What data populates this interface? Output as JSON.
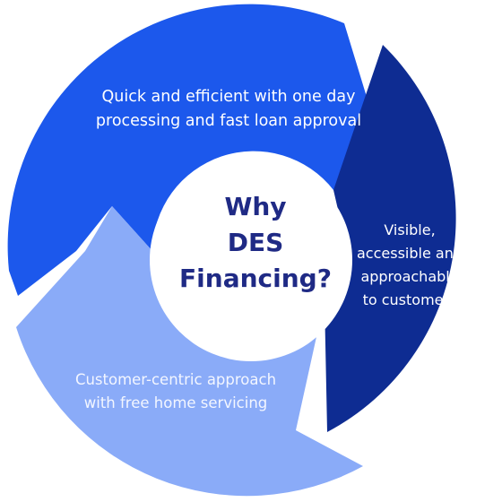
{
  "colors": {
    "top_segment": "#1c58ec",
    "right_segment": "#0e2c92",
    "bottom_segment": "#8aabf8",
    "center_text": "#1f2a85",
    "segment_text": "#ffffff"
  },
  "center": {
    "title_lines": [
      "Why",
      "DES",
      "Financing?"
    ]
  },
  "segments": {
    "top": {
      "lines": [
        "Quick and efficient with one day",
        "processing and fast loan approval"
      ]
    },
    "right": {
      "lines": [
        "Visible,",
        "accessible and",
        "approachable",
        "to customers"
      ]
    },
    "bottom": {
      "lines": [
        "Customer-centric approach",
        "with free home servicing"
      ]
    }
  }
}
